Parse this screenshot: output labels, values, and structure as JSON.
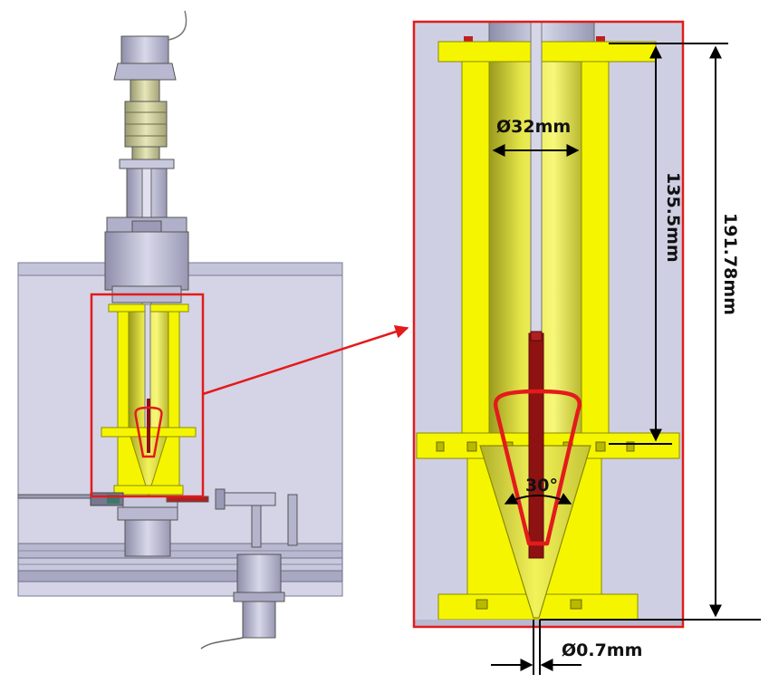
{
  "annotations": {
    "inner_diameter": "Ø32mm",
    "length_short": "135.5mm",
    "length_long": "191.78mm",
    "cone_angle": "30°",
    "nozzle_diameter": "Ø0.7mm"
  },
  "colors": {
    "background": "#ffffff",
    "housing": "#c9c9dd",
    "housing_dark": "#9c9cb8",
    "yellow": "#f5f500",
    "yellow_dark": "#c8c800",
    "highlight_red": "#e31b1b",
    "rod_red": "#8e1212",
    "dimension": "#000000"
  }
}
